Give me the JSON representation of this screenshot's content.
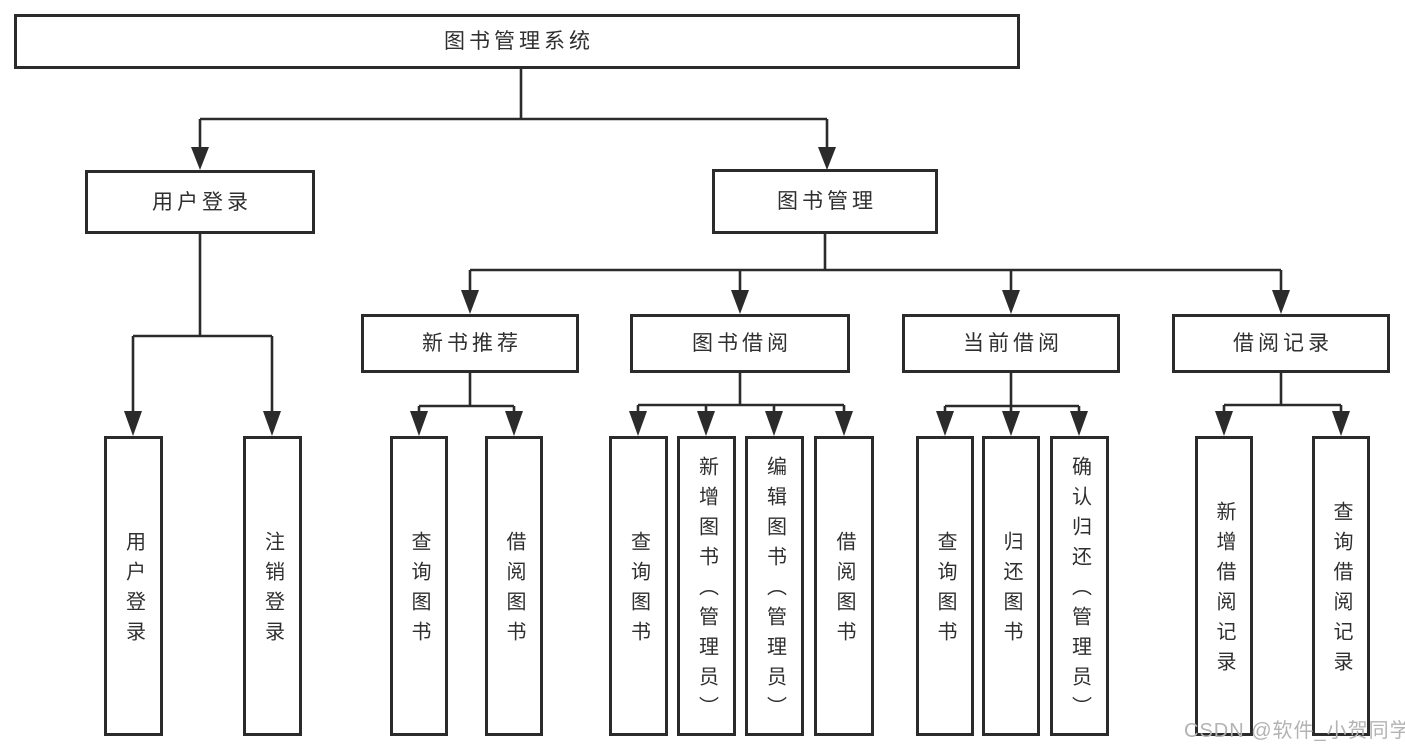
{
  "diagram_title": "图书管理系统",
  "colors": {
    "line": "#2b2b2b",
    "box_border": "#2b2b2b",
    "box_background": "#ffffff",
    "text": "#2f2f2f",
    "watermark": "#b3b3b3"
  },
  "watermark": {
    "text": "CSDN @软件_小贺同学"
  },
  "tree": {
    "label": "图书管理系统",
    "children": [
      {
        "label": "用户登录",
        "children": [
          {
            "label": "用户登录"
          },
          {
            "label": "注销登录"
          }
        ]
      },
      {
        "label": "图书管理",
        "children": [
          {
            "label": "新书推荐",
            "children": [
              {
                "label": "查询图书"
              },
              {
                "label": "借阅图书"
              }
            ]
          },
          {
            "label": "图书借阅",
            "children": [
              {
                "label": "查询图书"
              },
              {
                "label": "新增图书（管理员）"
              },
              {
                "label": "编辑图书（管理员）"
              },
              {
                "label": "借阅图书"
              }
            ]
          },
          {
            "label": "当前借阅",
            "children": [
              {
                "label": "查询图书"
              },
              {
                "label": "归还图书"
              },
              {
                "label": "确认归还（管理员）"
              }
            ]
          },
          {
            "label": "借阅记录",
            "children": [
              {
                "label": "新增借阅记录"
              },
              {
                "label": "查询借阅记录"
              }
            ]
          }
        ]
      }
    ]
  }
}
